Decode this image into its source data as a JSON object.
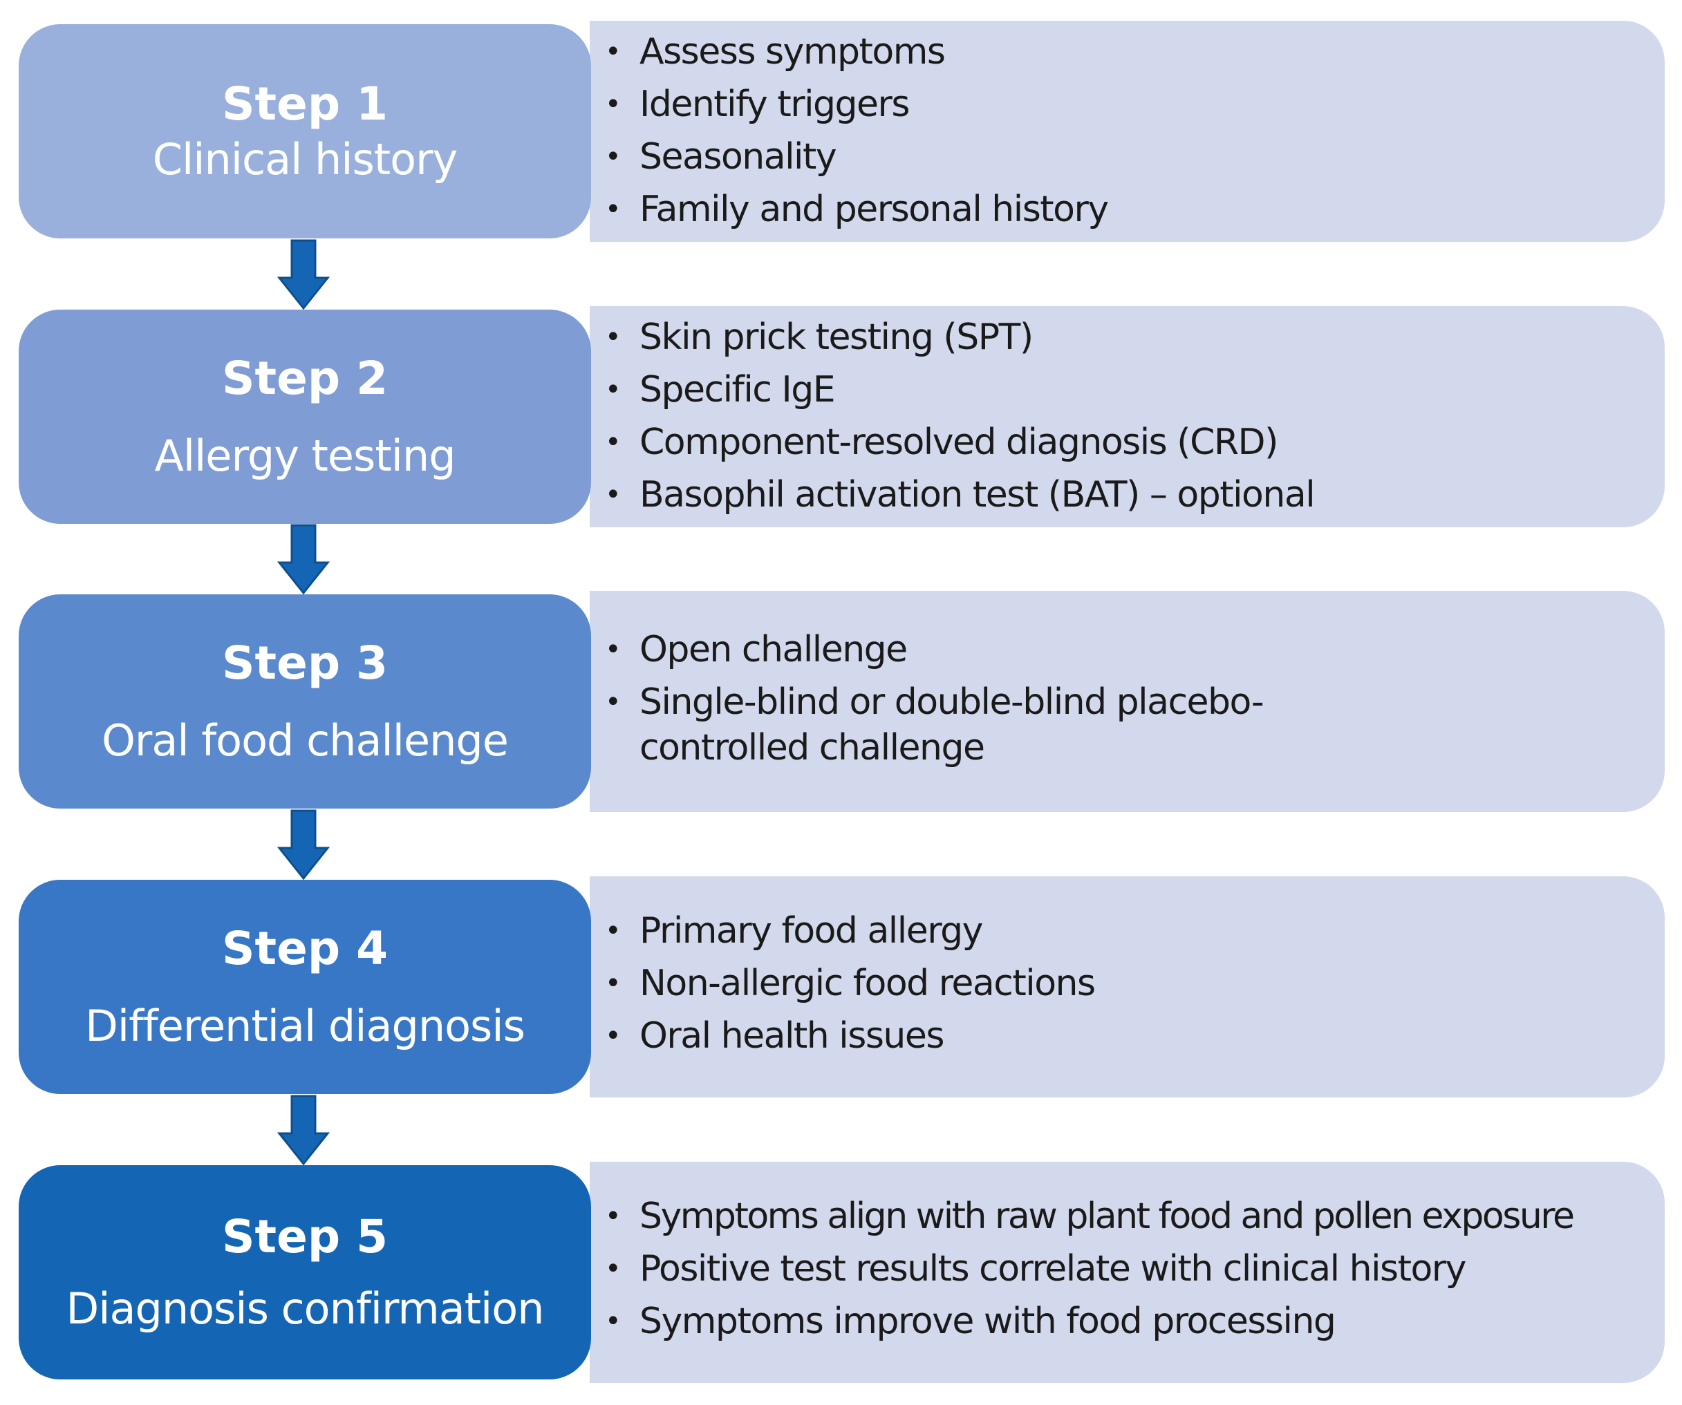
{
  "colors": {
    "step1": "#99b0dc",
    "step2": "#7f9cd5",
    "step3": "#5b89cd",
    "step4": "#3877c6",
    "step5": "#1466b5",
    "detail_bg": "#d3d9ec",
    "arrow": "#1466b5"
  },
  "steps": [
    {
      "title": "Step 1",
      "subtitle": "Clinical history",
      "items": [
        "Assess symptoms",
        "Identify triggers",
        "Seasonality",
        "Family and personal history"
      ]
    },
    {
      "title": "Step 2",
      "subtitle": "Allergy testing",
      "items": [
        "Skin prick testing (SPT)",
        "Specific IgE",
        "Component-resolved diagnosis (CRD)",
        "Basophil activation test (BAT) – optional"
      ]
    },
    {
      "title": "Step 3",
      "subtitle": "Oral food challenge",
      "items": [
        "Open challenge",
        "Single-blind or double-blind placebo-controlled challenge"
      ]
    },
    {
      "title": "Step 4",
      "subtitle": "Differential diagnosis",
      "items": [
        "Primary food allergy",
        "Non-allergic food reactions",
        "Oral health issues"
      ]
    },
    {
      "title": "Step 5",
      "subtitle": "Diagnosis confirmation",
      "items": [
        "Symptoms align with raw plant food and pollen exposure",
        "Positive test results correlate with clinical history",
        "Symptoms improve with food processing"
      ]
    }
  ]
}
